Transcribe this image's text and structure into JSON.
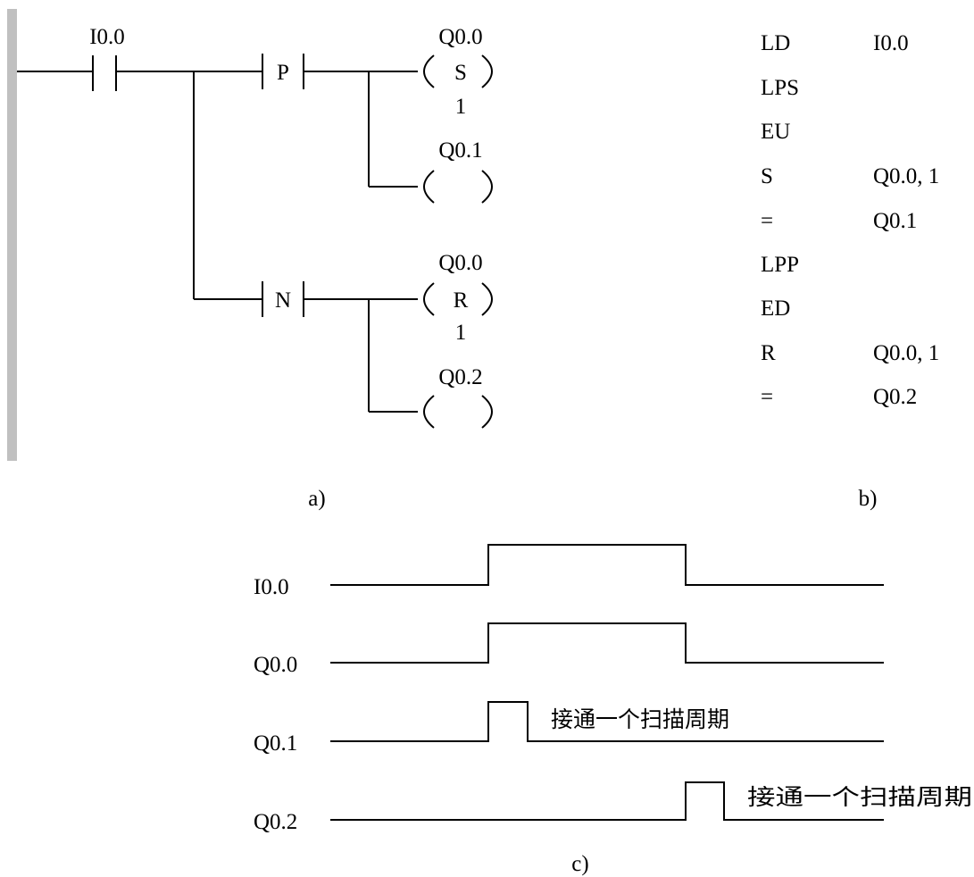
{
  "ladder": {
    "contact_label": "I0.0",
    "pulse_p": "P",
    "pulse_n": "N",
    "coils": [
      {
        "address": "Q0.0",
        "op": "S",
        "count": "1"
      },
      {
        "address": "Q0.1",
        "op": "",
        "count": ""
      },
      {
        "address": "Q0.0",
        "op": "R",
        "count": "1"
      },
      {
        "address": "Q0.2",
        "op": "",
        "count": ""
      }
    ],
    "caption": "a)"
  },
  "stl": {
    "rows": [
      {
        "op": "LD",
        "operand": "I0.0"
      },
      {
        "op": "LPS",
        "operand": ""
      },
      {
        "op": "EU",
        "operand": ""
      },
      {
        "op": "S",
        "operand": "Q0.0, 1"
      },
      {
        "op": "=",
        "operand": "Q0.1"
      },
      {
        "op": "LPP",
        "operand": ""
      },
      {
        "op": "ED",
        "operand": ""
      },
      {
        "op": "R",
        "operand": "Q0.0, 1"
      },
      {
        "op": "=",
        "operand": "Q0.2"
      }
    ],
    "caption": "b)"
  },
  "timing": {
    "signals": [
      {
        "name": "I0.0",
        "annotation": ""
      },
      {
        "name": "Q0.0",
        "annotation": ""
      },
      {
        "name": "Q0.1",
        "annotation": "接通一个扫描周期"
      },
      {
        "name": "Q0.2",
        "annotation": "接通一个扫描周期"
      }
    ],
    "caption": "c)"
  },
  "colors": {
    "line": "#000000",
    "power_rail": "#c0c0c0",
    "background": "#ffffff"
  }
}
